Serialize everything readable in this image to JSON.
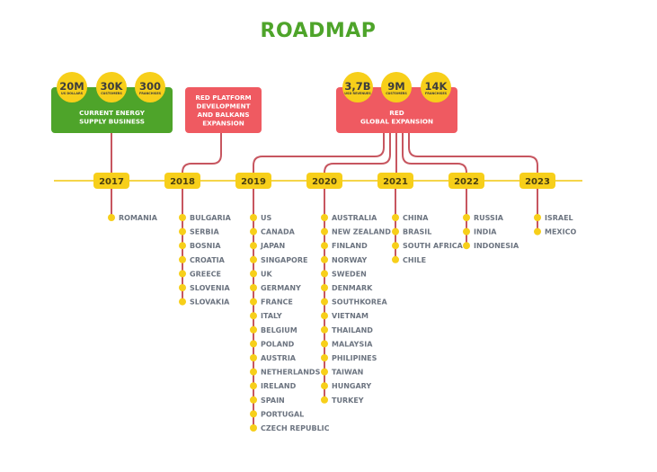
{
  "title": "ROADMAP",
  "colors": {
    "title": "#4ea42a",
    "green_box": "#4ea42a",
    "red_box": "#ef5a61",
    "yellow": "#f7cf1a",
    "connector": "#c75660",
    "timeline": "#f5d54a",
    "country_text": "#6c7480",
    "stat_text": "#3d3d3d"
  },
  "boxes": [
    {
      "id": "current-energy",
      "color": "green",
      "lines": [
        "CURRENT ENERGY",
        "SUPPLY BUSINESS"
      ],
      "stats": [
        {
          "value": "20M",
          "label": "US DOLLARS"
        },
        {
          "value": "30K",
          "label": "CUSTOMERS"
        },
        {
          "value": "300",
          "label": "FRANCHISES"
        }
      ]
    },
    {
      "id": "red-platform",
      "color": "red",
      "lines": [
        "RED PLATFORM",
        "DEVELOPMENT",
        "AND BALKANS",
        "EXPANSION"
      ],
      "stats": []
    },
    {
      "id": "red-global",
      "color": "red",
      "lines": [
        "RED",
        "GLOBAL EXPANSION"
      ],
      "stats": [
        {
          "value": "3,7B",
          "label": "USD REVENUES"
        },
        {
          "value": "9M",
          "label": "CUSTOMERS"
        },
        {
          "value": "14K",
          "label": "FRANCHISES"
        }
      ]
    }
  ],
  "years": [
    {
      "year": "2017",
      "source": "current-energy",
      "countries": [
        "ROMANIA"
      ]
    },
    {
      "year": "2018",
      "source": "red-platform",
      "countries": [
        "BULGARIA",
        "SERBIA",
        "BOSNIA",
        "CROATIA",
        "GREECE",
        "SLOVENIA",
        "SLOVAKIA"
      ]
    },
    {
      "year": "2019",
      "source": "red-global",
      "countries": [
        "US",
        "CANADA",
        "JAPAN",
        "SINGAPORE",
        "UK",
        "GERMANY",
        "FRANCE",
        "ITALY",
        "BELGIUM",
        "POLAND",
        "AUSTRIA",
        "NETHERLANDS",
        "IRELAND",
        "SPAIN",
        "PORTUGAL",
        "CZECH REPUBLIC"
      ]
    },
    {
      "year": "2020",
      "source": "red-global",
      "countries": [
        "AUSTRALIA",
        "NEW ZEALAND",
        "FINLAND",
        "NORWAY",
        "SWEDEN",
        "DENMARK",
        "SOUTHKOREA",
        "VIETNAM",
        "THAILAND",
        "MALAYSIA",
        "PHILIPINES",
        "TAIWAN",
        "HUNGARY",
        "TURKEY"
      ]
    },
    {
      "year": "2021",
      "source": "red-global",
      "countries": [
        "CHINA",
        "BRASIL",
        "SOUTH AFRICA",
        "CHILE"
      ]
    },
    {
      "year": "2022",
      "source": "red-global",
      "countries": [
        "RUSSIA",
        "INDIA",
        "INDONESIA"
      ]
    },
    {
      "year": "2023",
      "source": "red-global",
      "countries": [
        "ISRAEL",
        "MEXICO"
      ]
    }
  ]
}
